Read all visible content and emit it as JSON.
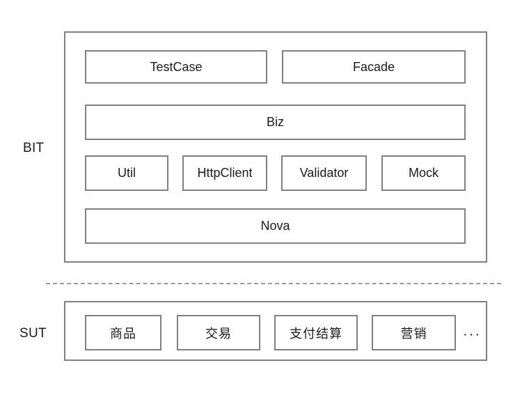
{
  "diagram": {
    "title": "BIT / SUT layered architecture",
    "colors": {
      "border": "#808080",
      "divider": "#9a9a9a",
      "text": "#1a1a1a",
      "background": "#ffffff"
    }
  },
  "bit": {
    "label": "BIT",
    "rows": [
      {
        "name": "interface-row",
        "nodes": [
          {
            "label": "TestCase"
          },
          {
            "label": "Facade"
          }
        ]
      },
      {
        "name": "business-row",
        "nodes": [
          {
            "label": "Biz"
          }
        ]
      },
      {
        "name": "support-row",
        "nodes": [
          {
            "label": "Util"
          },
          {
            "label": "HttpClient"
          },
          {
            "label": "Validator"
          },
          {
            "label": "Mock"
          }
        ]
      },
      {
        "name": "foundation-row",
        "nodes": [
          {
            "label": "Nova"
          }
        ]
      }
    ]
  },
  "sut": {
    "label": "SUT",
    "nodes": [
      {
        "label": "商品"
      },
      {
        "label": "交易"
      },
      {
        "label": "支付结算"
      },
      {
        "label": "营销"
      }
    ],
    "ellipsis": "···"
  }
}
